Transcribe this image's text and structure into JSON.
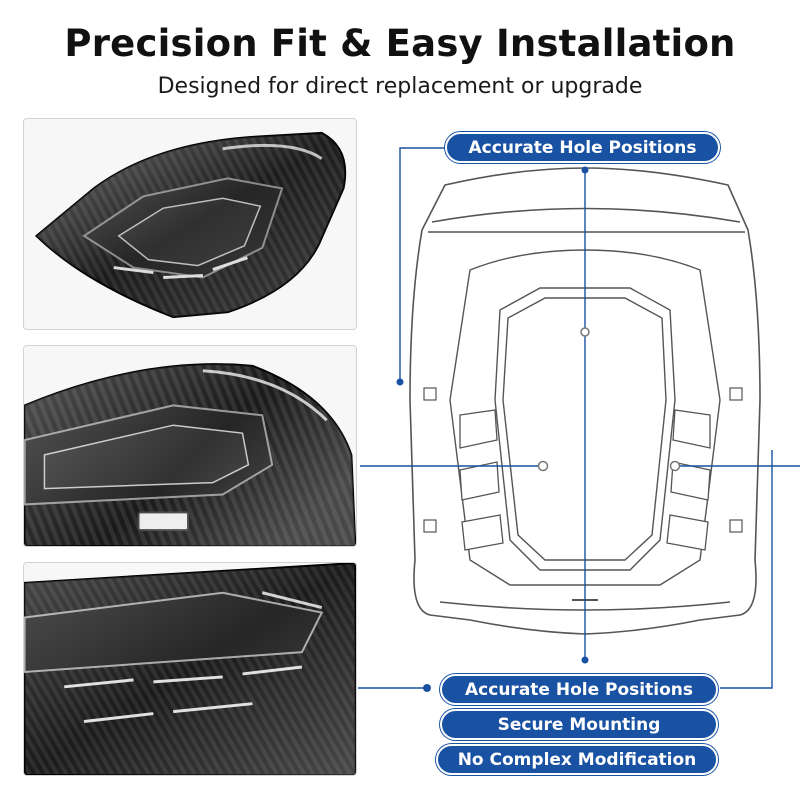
{
  "header": {
    "title": "Precision Fit & Easy Installation",
    "subtitle": "Designed for direct replacement or upgrade"
  },
  "photos": [
    {
      "name": "carbon-fiber-part-angle-view"
    },
    {
      "name": "carbon-fiber-part-closeup-front"
    },
    {
      "name": "carbon-fiber-part-closeup-vents"
    }
  ],
  "callouts": {
    "top_label": "Accurate Hole Positions",
    "bottom_labels": [
      "Accurate Hole Positions",
      "Secure Mounting",
      "No Complex Modification"
    ]
  },
  "colors": {
    "accent": "#1a52a3",
    "line": "#1a52a3",
    "outline": "#555555",
    "carbon_dark": "#1b1b1b"
  }
}
